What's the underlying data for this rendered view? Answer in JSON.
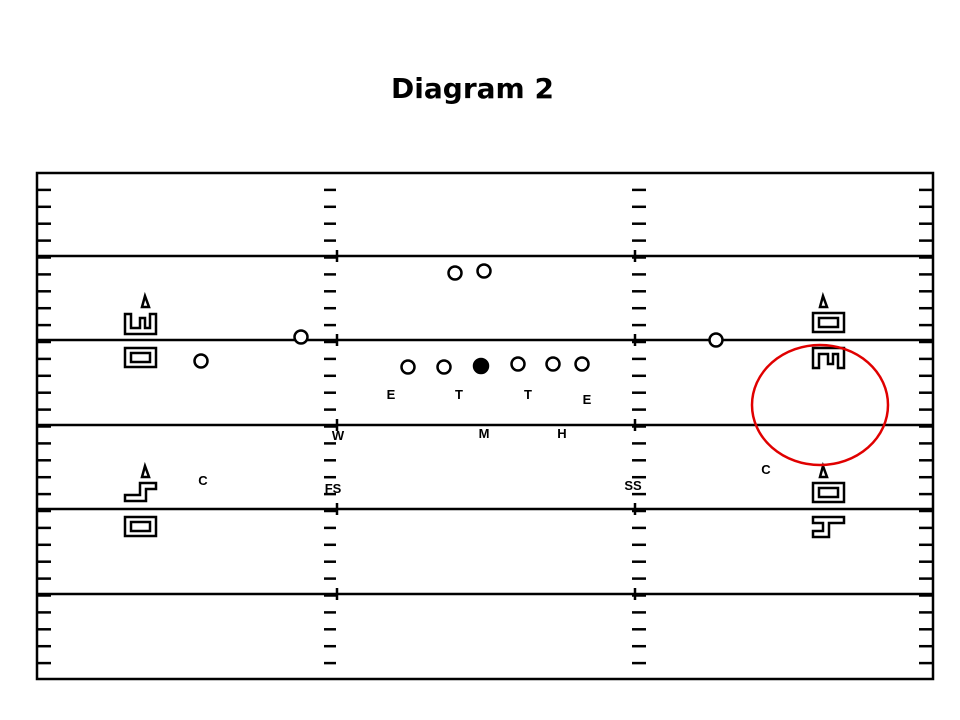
{
  "title": "Diagram 2",
  "colors": {
    "field_lines": "#000000",
    "highlight_circle": "#e00000",
    "background": "#ffffff"
  },
  "defense_labels": {
    "end_left": "E",
    "tackle_left": "T",
    "tackle_right": "T",
    "end_right": "E",
    "will": "W",
    "mike": "M",
    "hawk": "H",
    "corner_left": "C",
    "corner_right": "C",
    "free_safety": "FS",
    "strong_safety": "SS"
  },
  "markers": {
    "left_upper_pylon": "pylon-icon",
    "right_upper_pylon": "pylon-icon",
    "left_lower_pylon": "pylon-icon",
    "right_lower_pylon": "pylon-icon"
  }
}
